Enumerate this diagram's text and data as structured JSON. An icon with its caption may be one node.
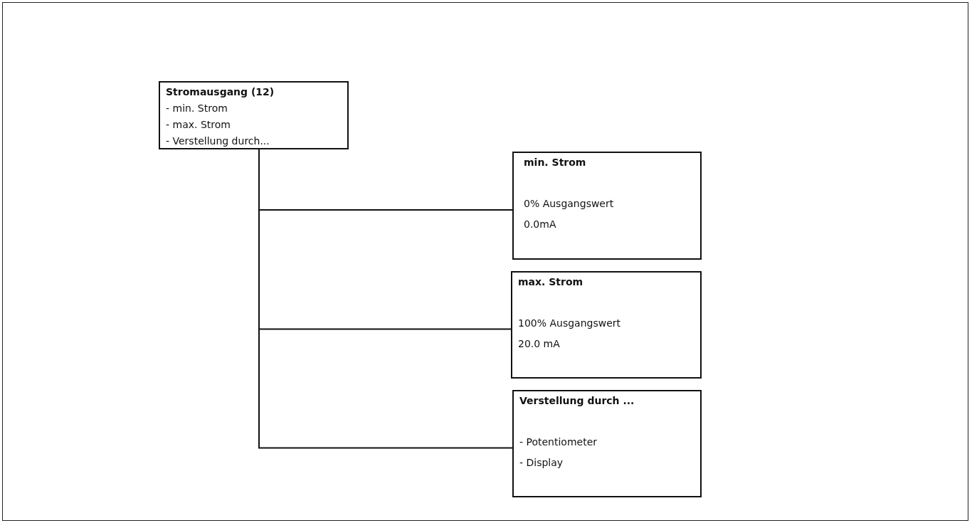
{
  "diagram": {
    "nodes": [
      {
        "text": [
          "Stromausgang (12)",
          "- min. Strom",
          "- max. Strom",
          "- Verstellung durch..."
        ]
      },
      {
        "text": [
          "min. Strom",
          "0% Ausgangswert",
          "0.0mA"
        ]
      },
      {
        "text": [
          "max. Strom",
          "100% Ausgangswert",
          "20.0 mA"
        ]
      },
      {
        "text": [
          "Verstellung durch ...",
          "- Potentiometer",
          "- Display"
        ]
      }
    ],
    "edges": [
      {
        "from": 0,
        "to": 1,
        "arrow": "none"
      },
      {
        "from": 0,
        "to": 2,
        "arrow": "none"
      },
      {
        "from": 0,
        "to": 3,
        "arrow": "none"
      }
    ]
  }
}
